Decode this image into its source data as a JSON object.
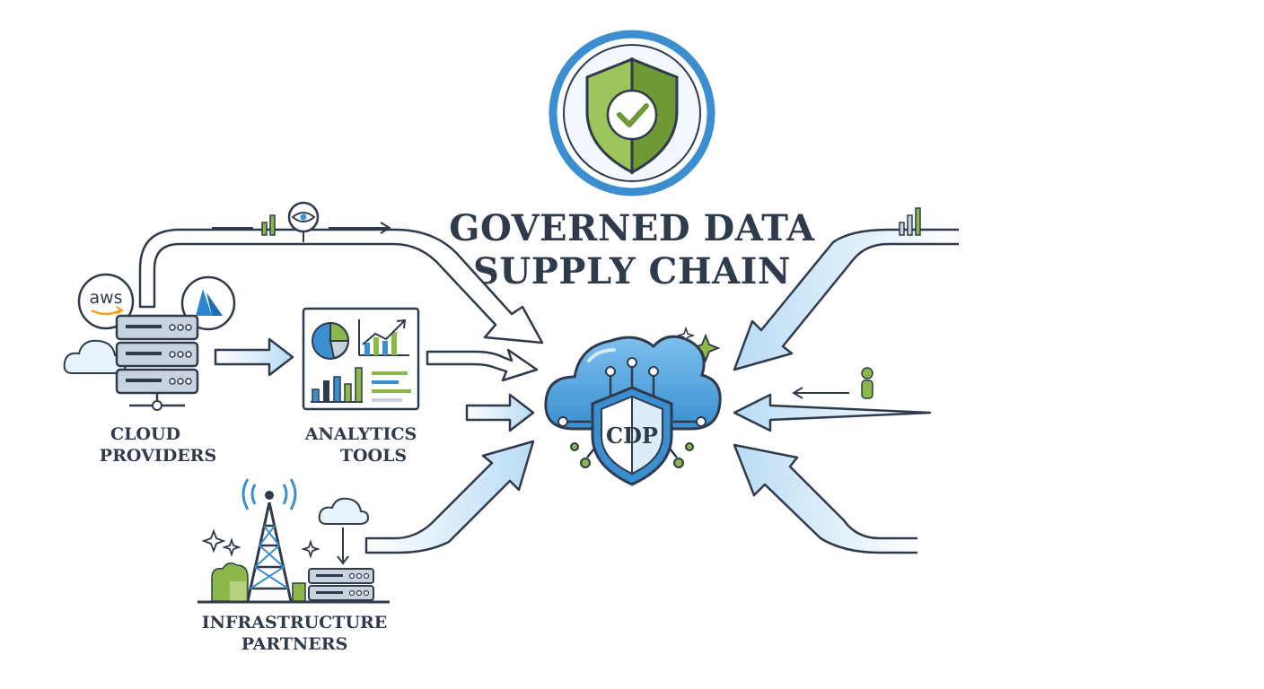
{
  "title": {
    "line1": "GOVERNED DATA",
    "line2": "SUPPLY CHAIN"
  },
  "hub": {
    "label": "CDP"
  },
  "sources": {
    "cloud": {
      "line1": "CLOUD",
      "line2": "PROVIDERS",
      "logo_text": "aws"
    },
    "analytics": {
      "line1": "ANALYTICS",
      "line2": "TOOLS"
    },
    "infrastructure": {
      "line1": "INFRASTRUCTURE",
      "line2": "PARTNERS"
    }
  },
  "colors": {
    "navy": "#2f3a4d",
    "blue": "#3b8fd0",
    "light_blue": "#dcedf9",
    "green": "#8cb84a",
    "dark_green": "#6d9a35",
    "gray": "#c9ced6"
  },
  "icons": [
    "shield-check-icon",
    "eye-icon",
    "server-rack-icon",
    "cloud-icon",
    "azure-logo-icon",
    "bar-chart-icon",
    "pie-chart-icon",
    "line-chart-icon",
    "radio-tower-icon",
    "person-icon",
    "sparkle-icon"
  ]
}
